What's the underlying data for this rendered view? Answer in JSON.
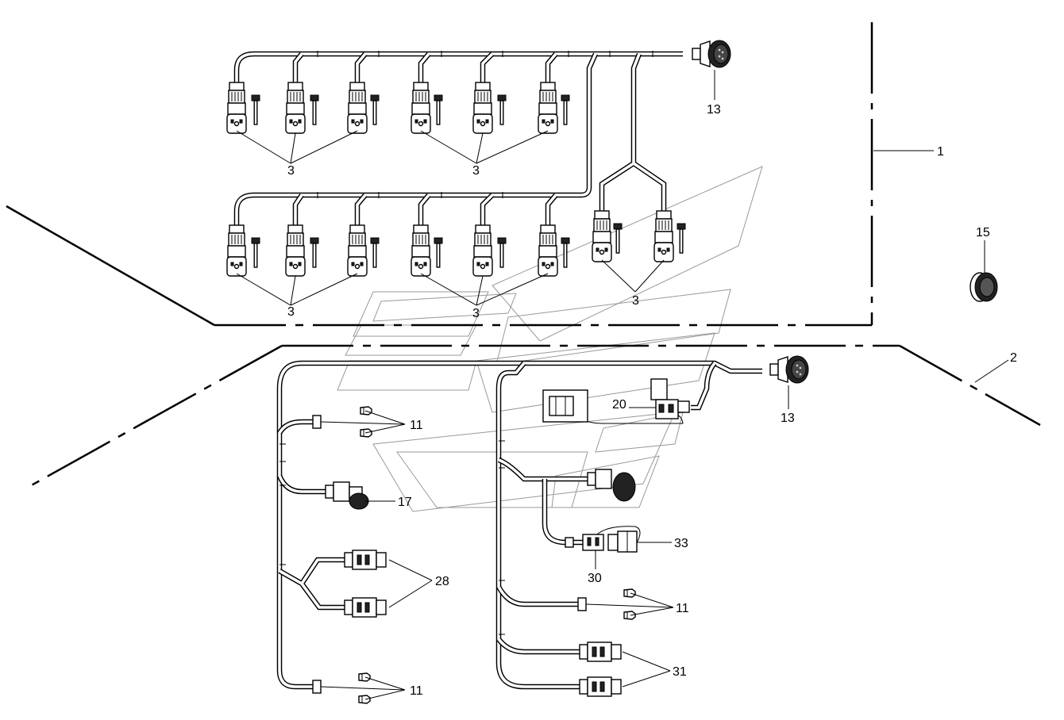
{
  "callouts": {
    "c1": "1",
    "c2": "2",
    "c3": "3",
    "c11": "11",
    "c13": "13",
    "c15": "15",
    "c17": "17",
    "c20": "20",
    "c28": "28",
    "c30": "30",
    "c31": "31",
    "c33": "33"
  }
}
